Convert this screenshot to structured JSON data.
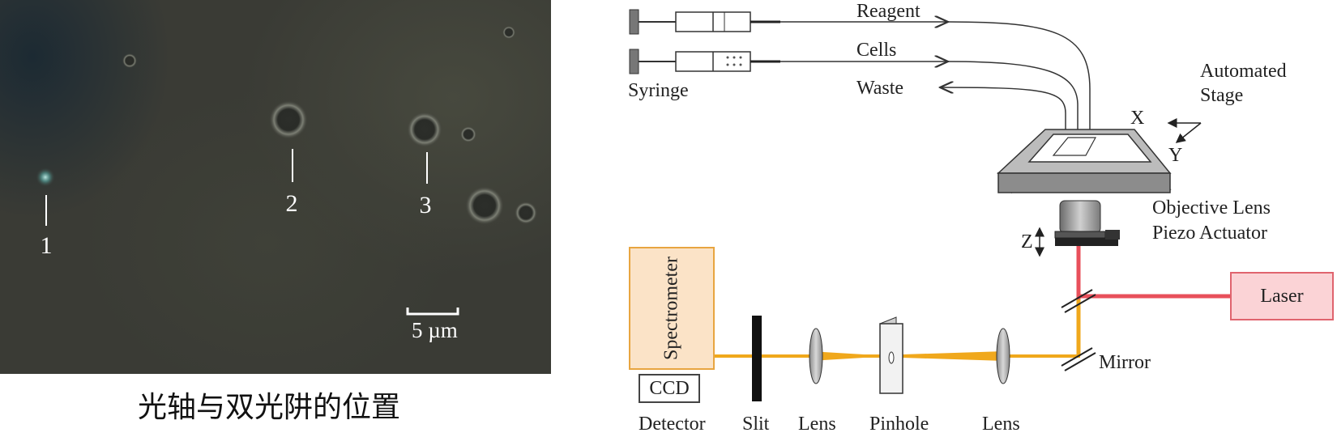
{
  "micrograph": {
    "points": [
      {
        "label": "1"
      },
      {
        "label": "2"
      },
      {
        "label": "3"
      }
    ],
    "scale_bar_label": "5 µm"
  },
  "caption": "光轴与双光阱的位置",
  "diagram": {
    "fluidics": {
      "reagent": "Reagent",
      "cells": "Cells",
      "waste": "Waste",
      "syringe": "Syringe"
    },
    "stage": {
      "label_line1": "Automated",
      "label_line2": "Stage",
      "axis_x": "X",
      "axis_y": "Y",
      "axis_z": "Z"
    },
    "objective": {
      "label_line1": "Objective Lens",
      "label_line2": "Piezo Actuator"
    },
    "laser": "Laser",
    "mirror": "Mirror",
    "spectrometer": "Spectrometer",
    "ccd": "CCD",
    "bottom_labels": {
      "detector": "Detector",
      "slit": "Slit",
      "lens_left": "Lens",
      "pinhole": "Pinhole",
      "lens_right": "Lens"
    },
    "colors": {
      "beam_orange": "#f0a81c",
      "beam_red": "#e8505b",
      "spectrometer_fill": "#fbe3c7",
      "laser_fill": "#fbd3d6"
    }
  }
}
